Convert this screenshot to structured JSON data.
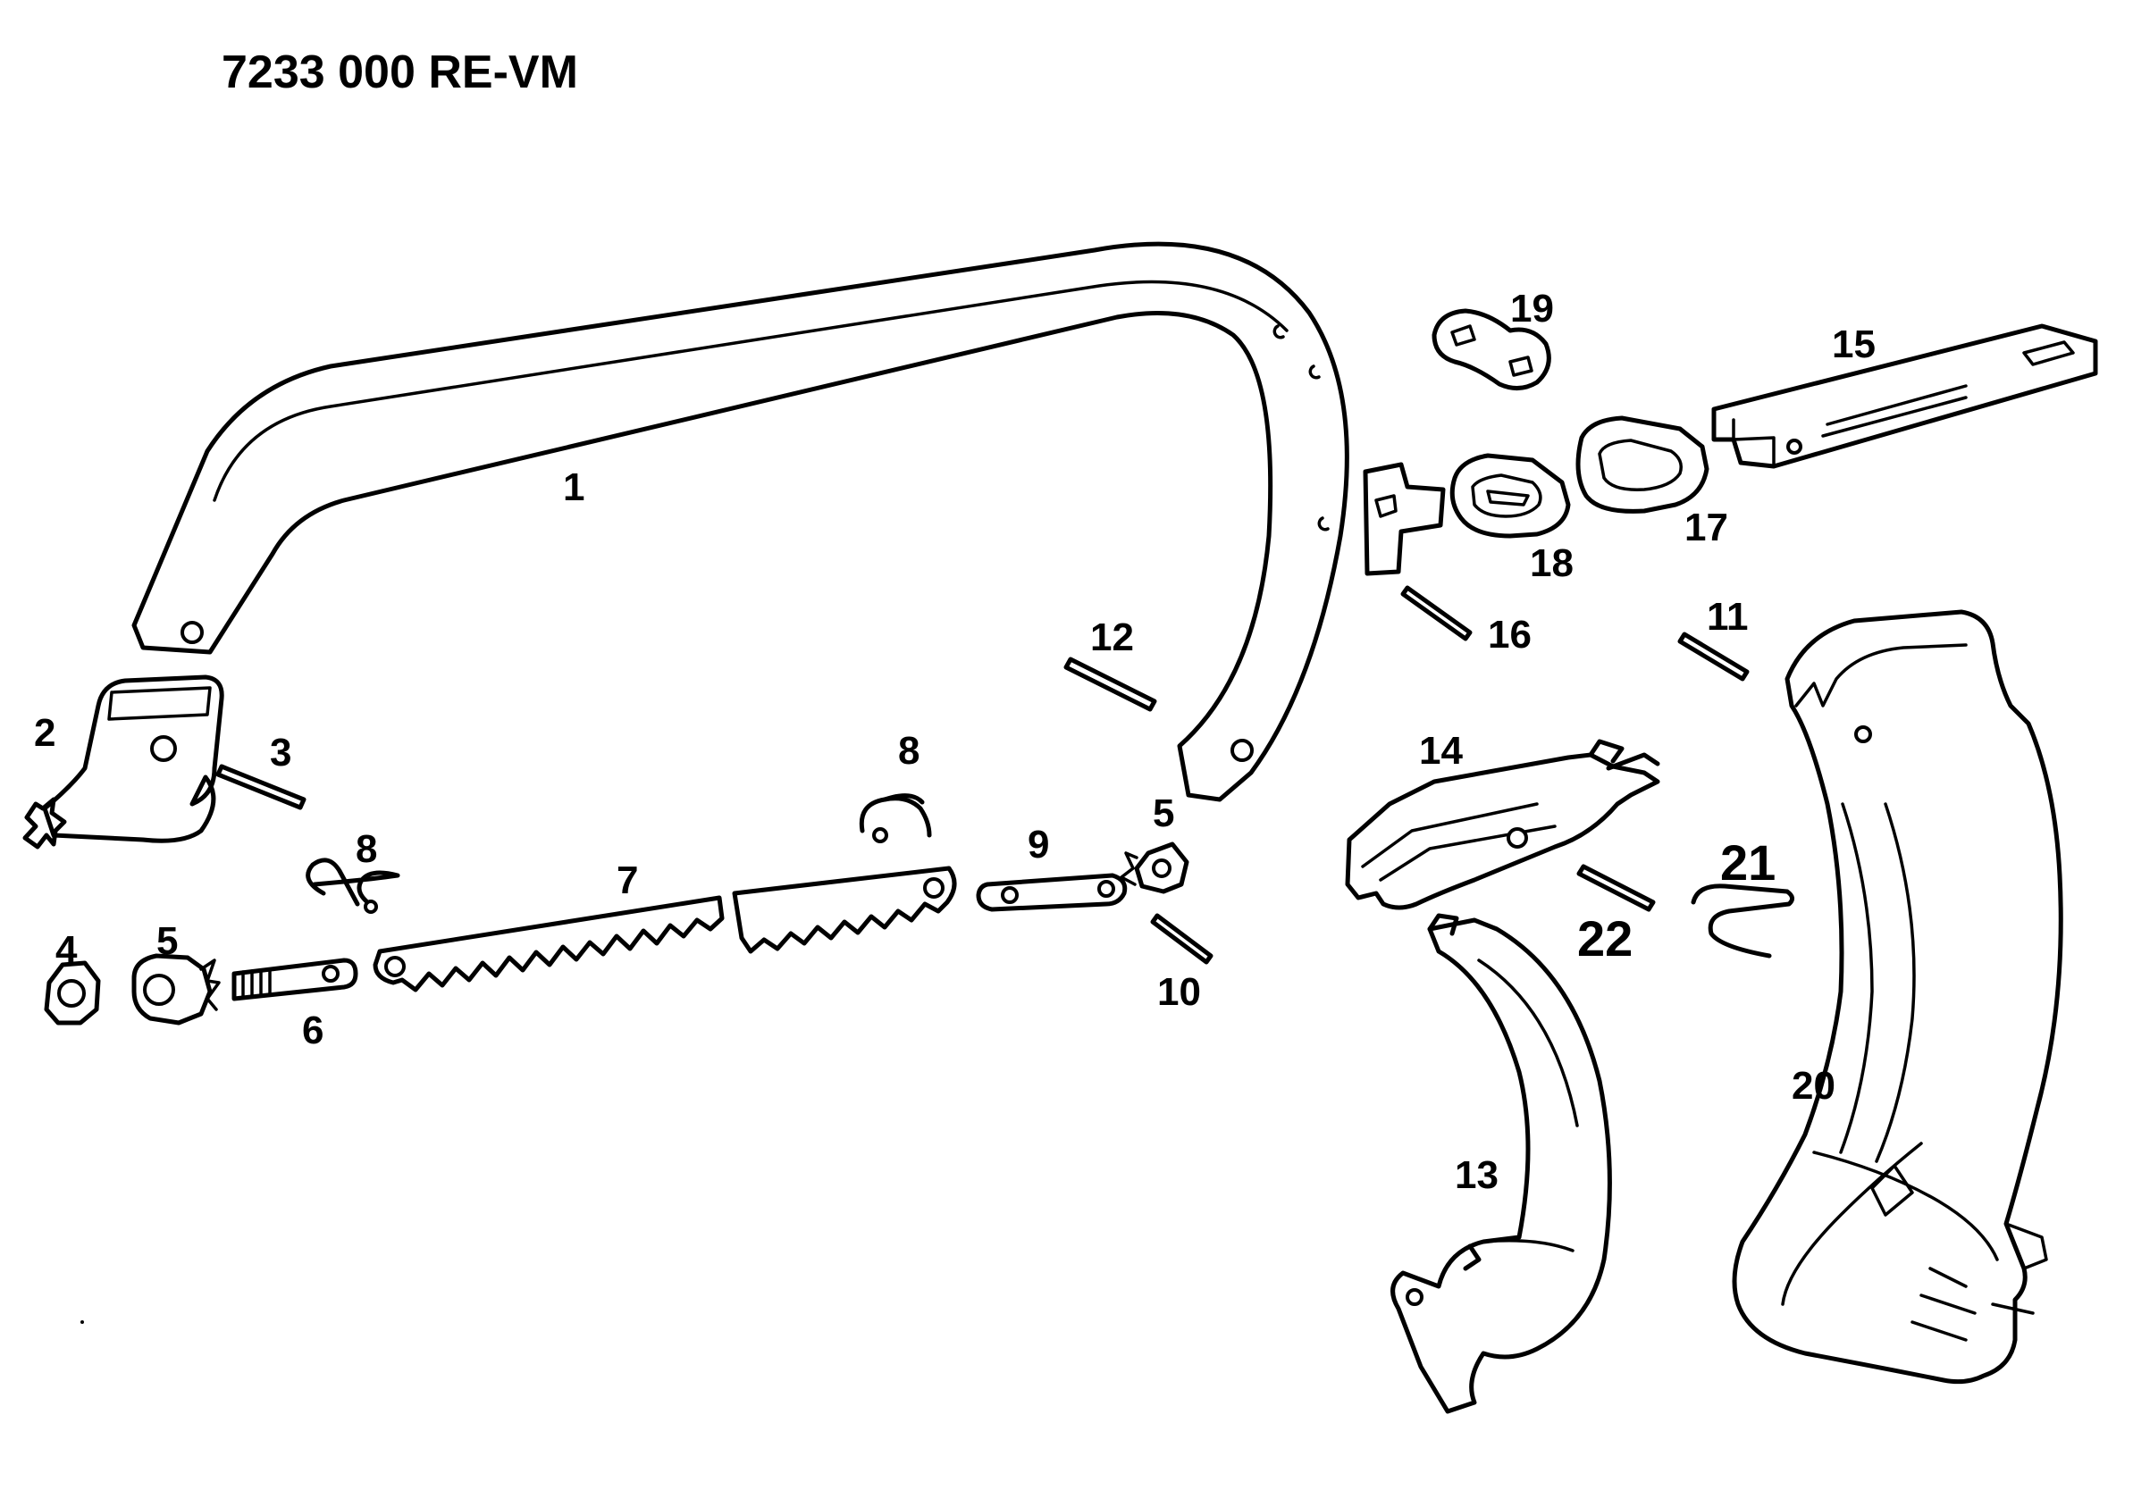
{
  "diagram": {
    "title": "7233 000  RE-VM",
    "labels": {
      "p1": "1",
      "p2": "2",
      "p3": "3",
      "p4": "4",
      "p5a": "5",
      "p5b": "5",
      "p6": "6",
      "p7": "7",
      "p8a": "8",
      "p8b": "8",
      "p9": "9",
      "p10": "10",
      "p11": "11",
      "p12": "12",
      "p13": "13",
      "p14": "14",
      "p15": "15",
      "p16": "16",
      "p17": "17",
      "p18": "18",
      "p19": "19",
      "p20": "20",
      "p21": "21",
      "p22": "22"
    }
  }
}
